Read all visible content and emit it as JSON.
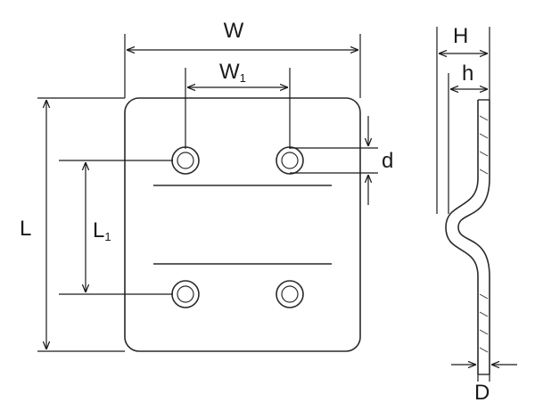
{
  "dimensions": {
    "width": "W",
    "hole_spacing_x": {
      "main": "W",
      "sub": "1"
    },
    "length": "L",
    "hole_spacing_y": {
      "main": "L",
      "sub": "1"
    },
    "hole_diameter": "d",
    "height": "H",
    "offset": "h",
    "thickness": "D"
  },
  "colors": {
    "line": "#2a2a2a",
    "dim_line": "#1a1a1a"
  }
}
